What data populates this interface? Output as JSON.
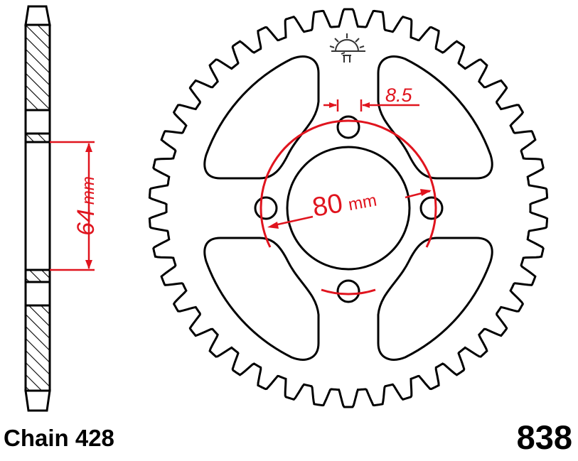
{
  "diagram": {
    "side_dimension": {
      "value": "64",
      "unit": "mm"
    },
    "bolt_circle": {
      "value": "80",
      "unit": "mm"
    },
    "bolt_hole": {
      "value": "8.5"
    },
    "chain_label": "Chain 428",
    "part_number": "838",
    "colors": {
      "outline": "#000000",
      "dimension": "#e0141e"
    }
  }
}
